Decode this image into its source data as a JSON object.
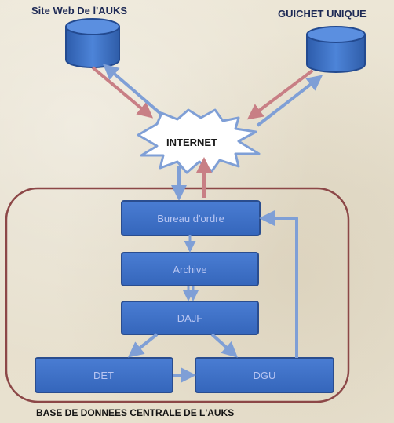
{
  "diagram": {
    "labels": {
      "site_web": "Site Web De l'AUKS",
      "guichet": "GUICHET UNIQUE",
      "internet": "INTERNET",
      "footer": "BASE DE DONNEES CENTRALE DE L'AUKS"
    },
    "boxes": {
      "bureau": "Bureau d'ordre",
      "archive": "Archive",
      "dajf": "DAJF",
      "det": "DET",
      "dgu": "DGU"
    },
    "colors": {
      "box_fill": "#3f72c8",
      "box_border": "#2a4d8f",
      "db_fill": "#3a6fc9",
      "arrow_blue": "#7f9fd6",
      "arrow_red": "#d08a8f",
      "container_border": "#8c4747"
    }
  }
}
